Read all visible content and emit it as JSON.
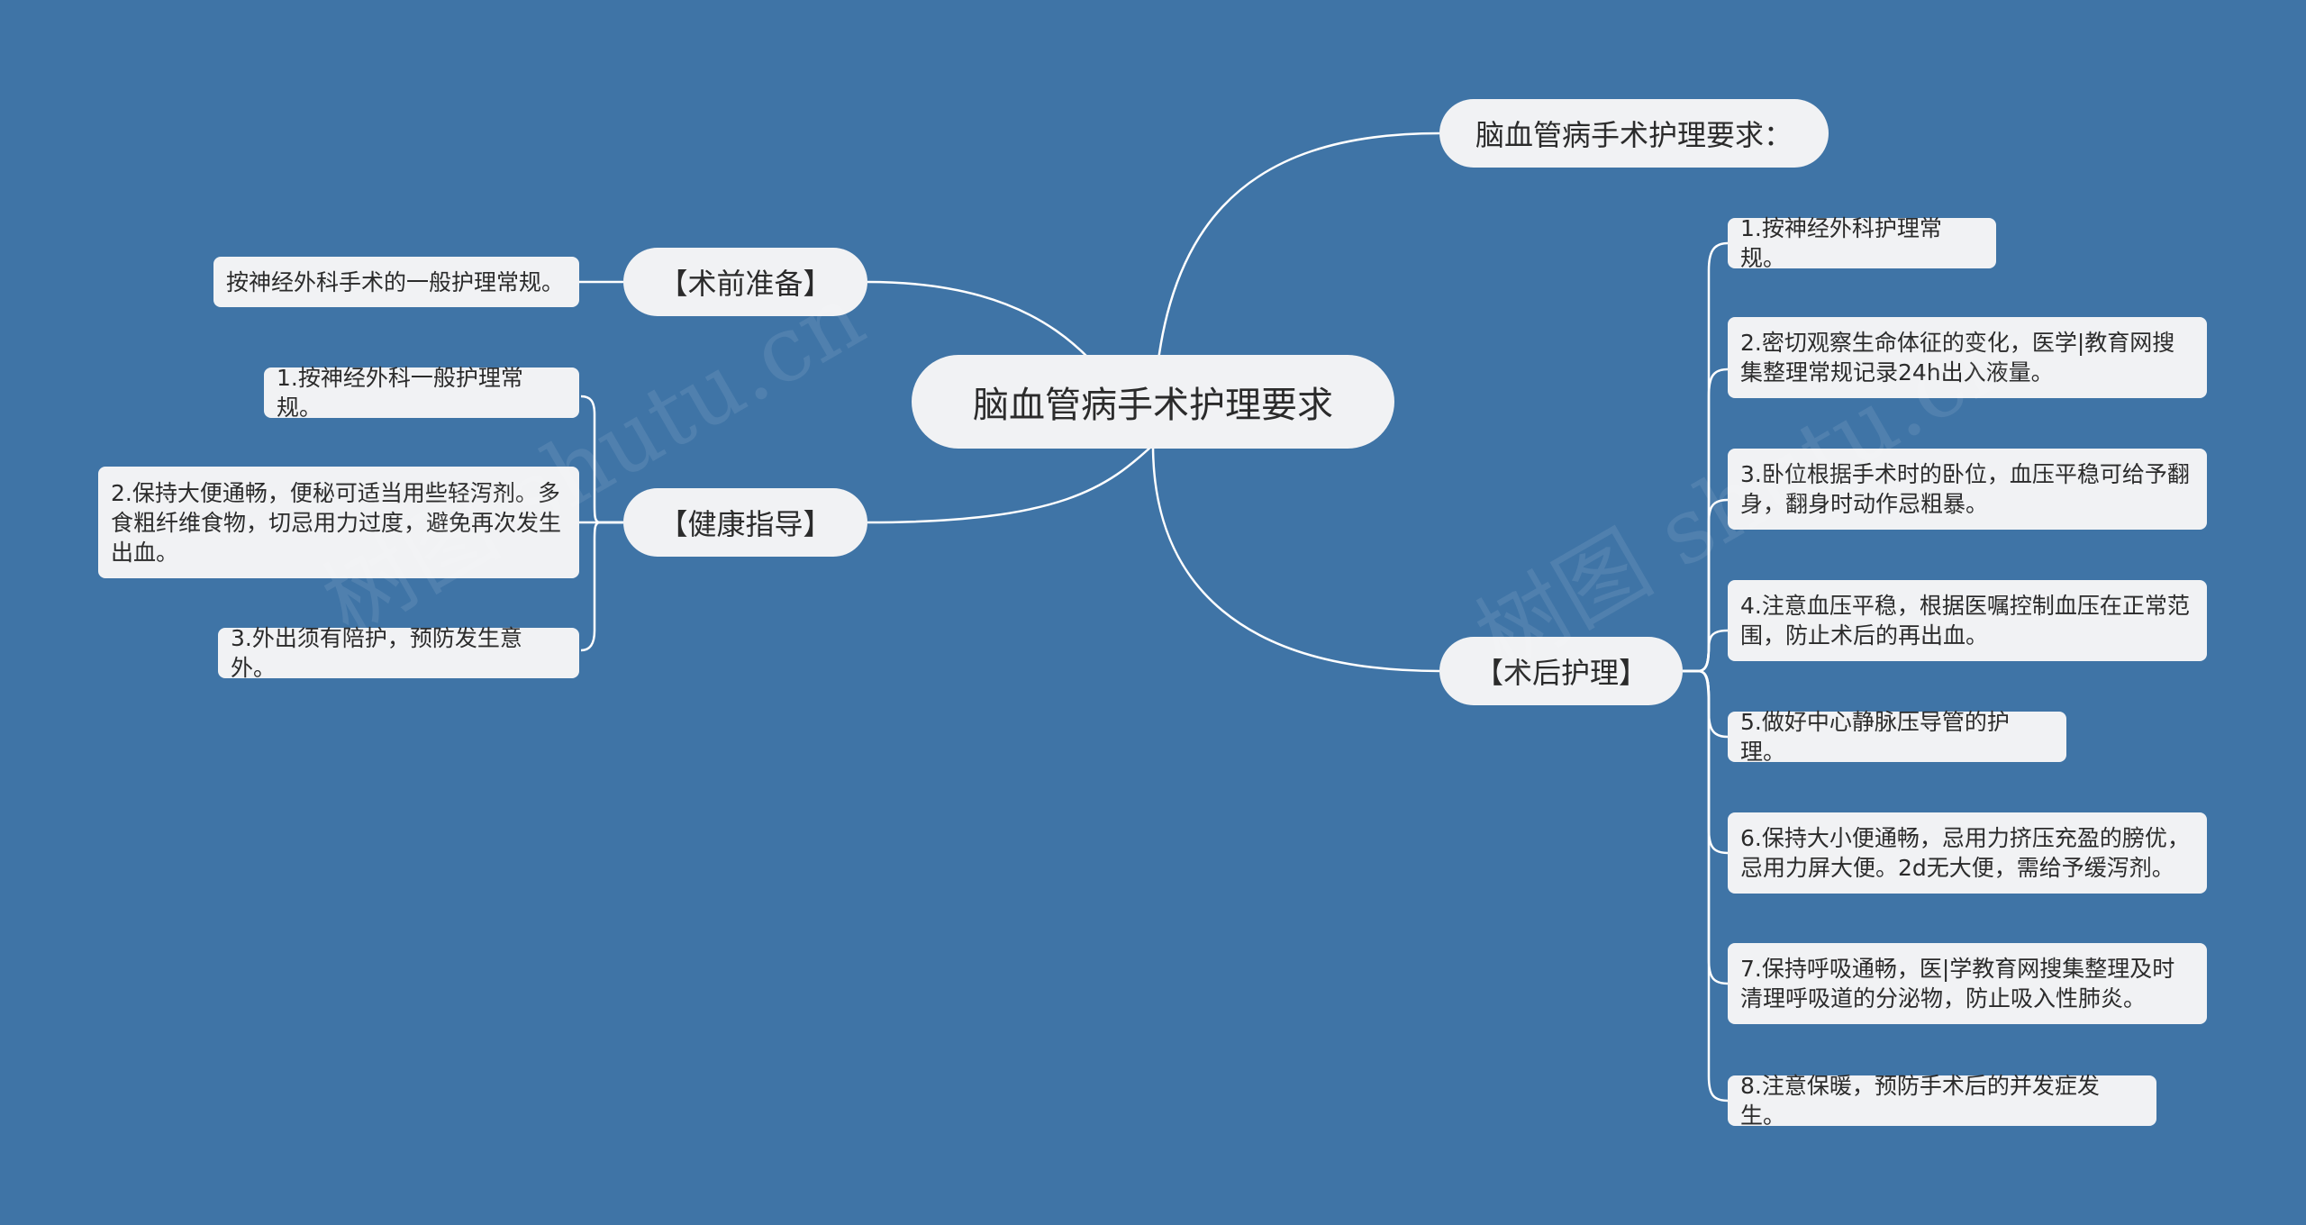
{
  "root": {
    "label": "脑血管病手术护理要求"
  },
  "summary": {
    "label": "脑血管病手术护理要求："
  },
  "preop": {
    "label": "【术前准备】",
    "items": [
      "按神经外科手术的一般护理常规。"
    ]
  },
  "health": {
    "label": "【健康指导】",
    "items": [
      "1.按神经外科一般护理常规。",
      "2.保持大便通畅，便秘可适当用些轻泻剂。多食粗纤维食物，切忌用力过度，避免再次发生出血。",
      "3.外出须有陪护，预防发生意外。"
    ]
  },
  "postop": {
    "label": "【术后护理】",
    "items": [
      "1.按神经外科护理常规。",
      "2.密切观察生命体征的变化，医学|教育网搜集整理常规记录24h出入液量。",
      "3.卧位根据手术时的卧位，血压平稳可给予翻身，翻身时动作忌粗暴。",
      "4.注意血压平稳，根据医嘱控制血压在正常范围，防止术后的再出血。",
      "5.做好中心静脉压导管的护理。",
      "6.保持大小便通畅，忌用力挤压充盈的膀优，忌用力屏大便。2d无大便，需给予缓泻剂。",
      "7.保持呼吸通畅，医|学教育网搜集整理及时清理呼吸道的分泌物，防止吸入性肺炎。",
      "8.注意保暖，预防手术后的并发症发生。"
    ]
  },
  "watermark": "树图 shutu.cn",
  "colors": {
    "background": "#3f74a6",
    "node": "#f1f2f4",
    "line": "#ffffff"
  }
}
